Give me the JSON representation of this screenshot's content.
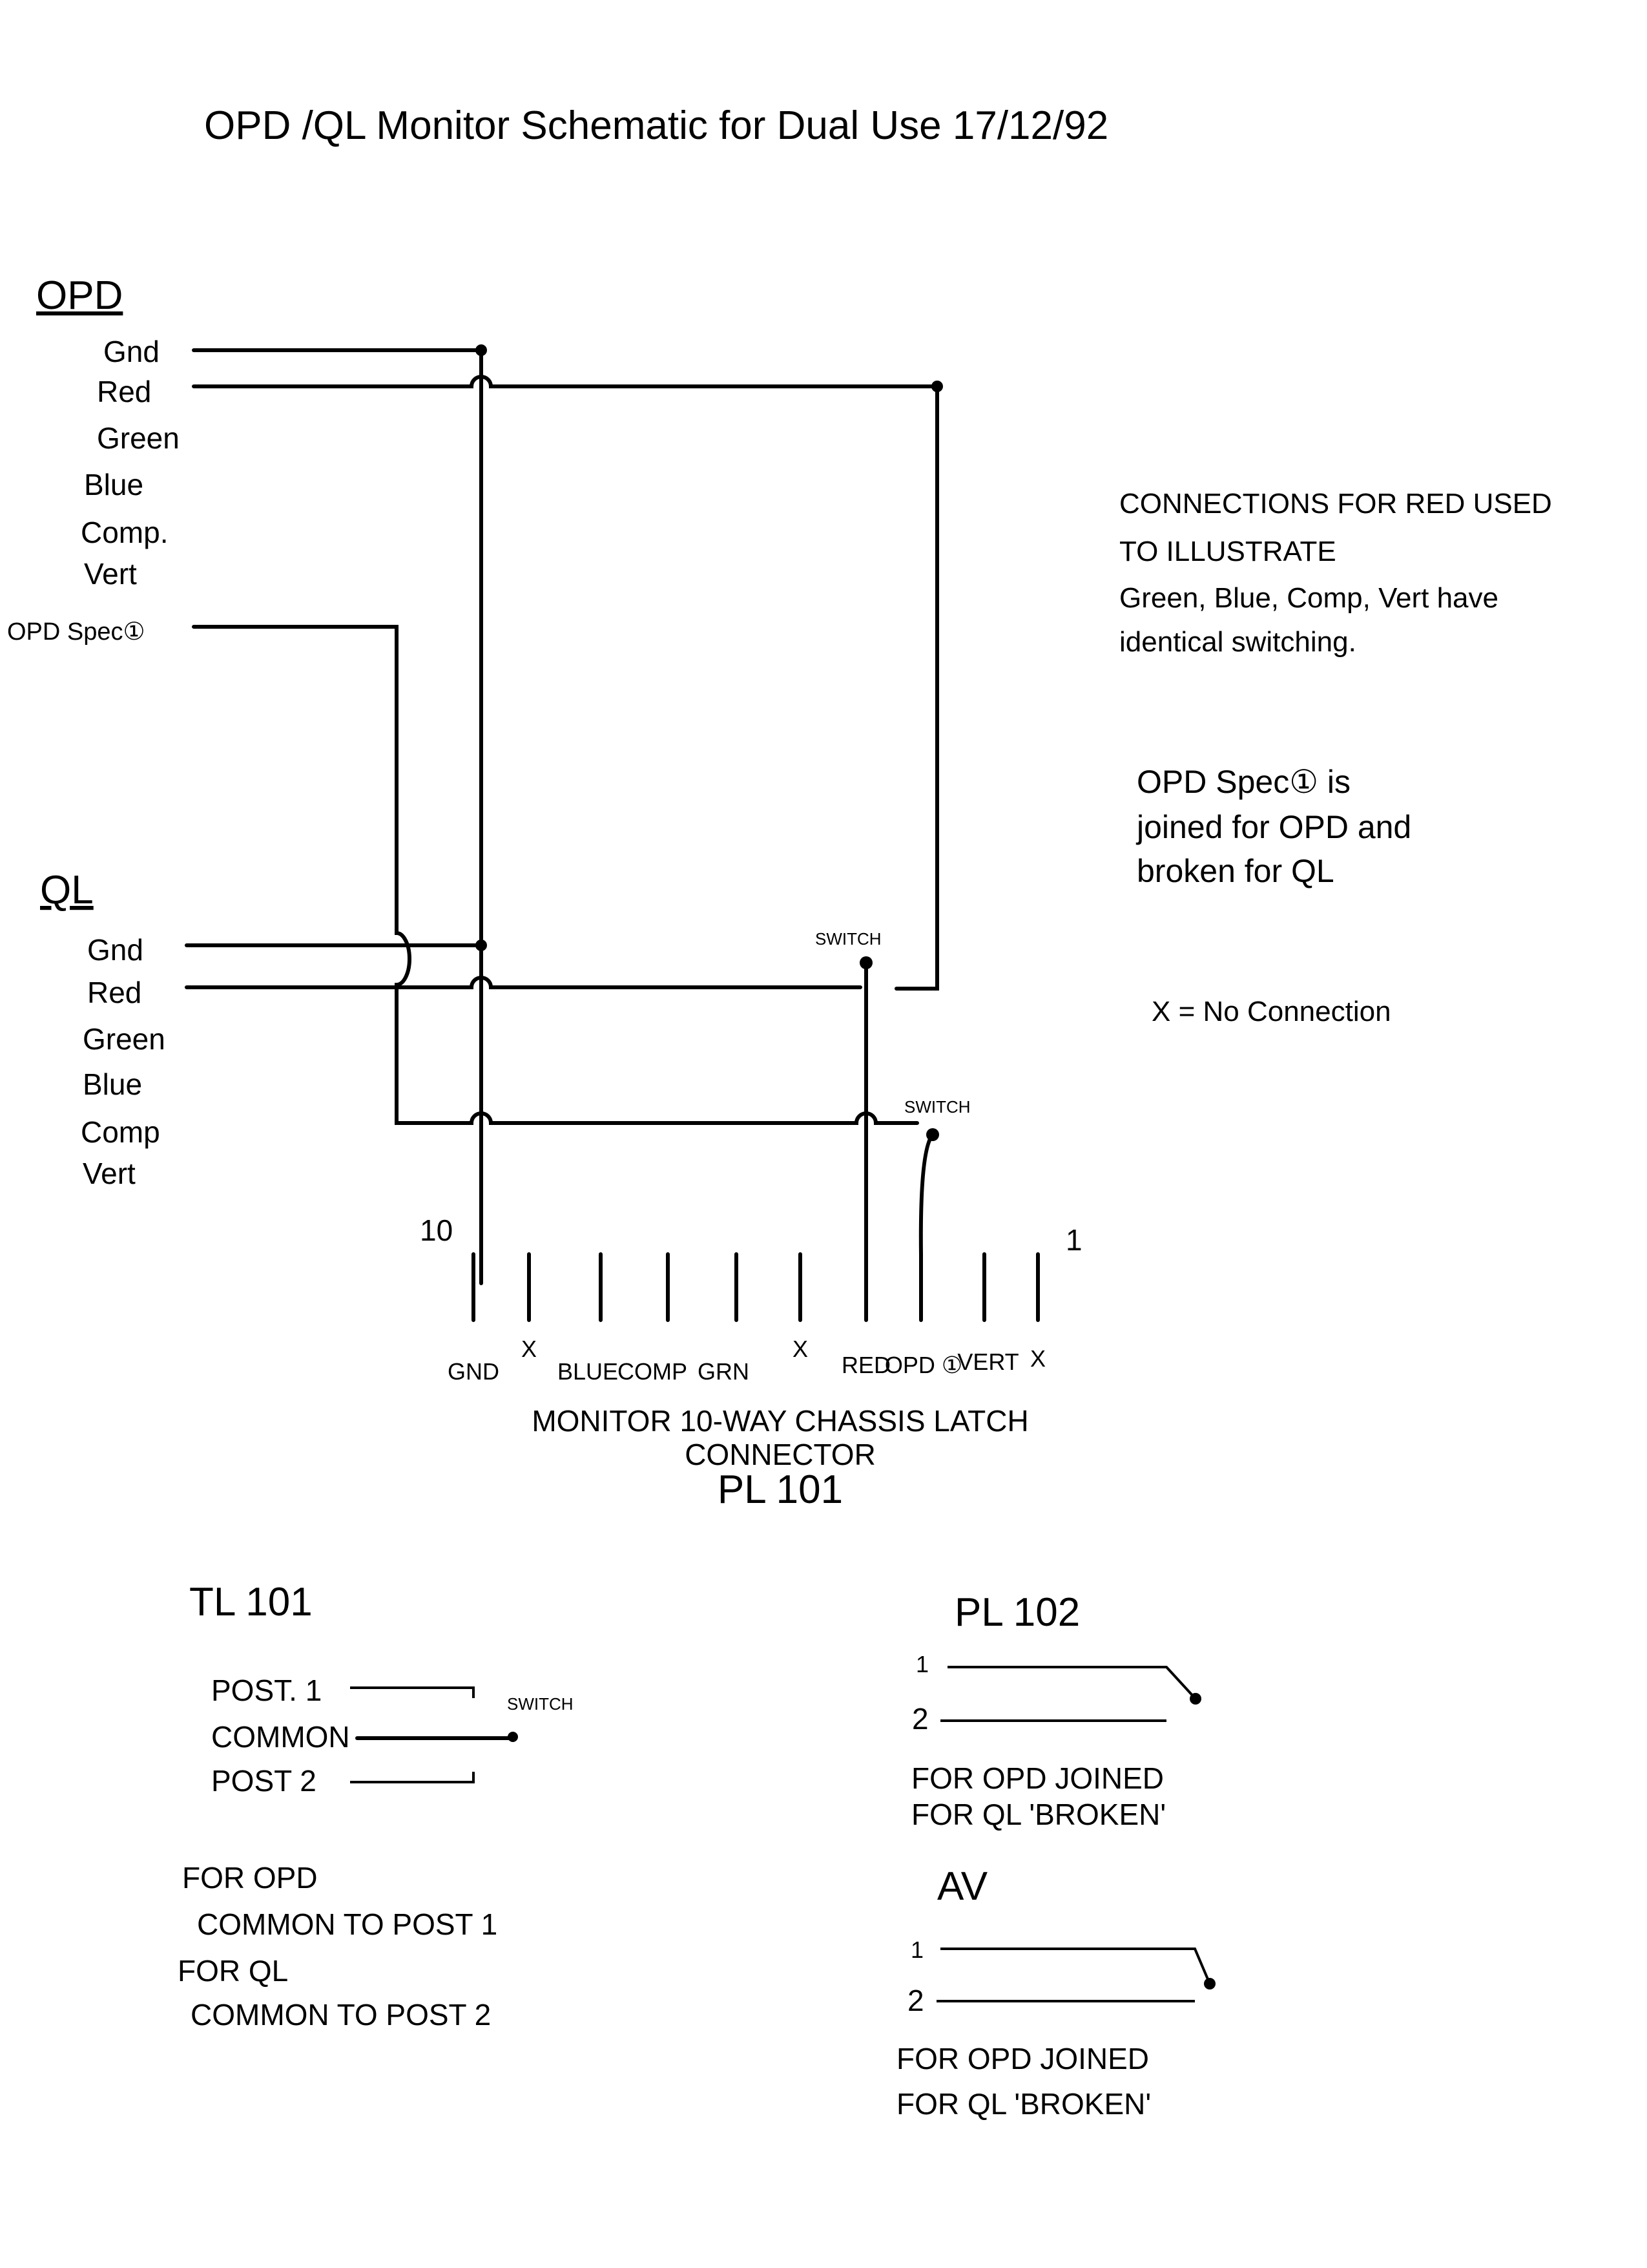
{
  "title": "OPD /QL  Monitor Schematic for Dual Use  17/12/92",
  "opd": {
    "heading": "OPD",
    "signals": [
      "Gnd",
      "Red",
      "Green",
      "Blue",
      "Comp.",
      "Vert"
    ],
    "spec": "OPD Spec①"
  },
  "ql": {
    "heading": "QL",
    "signals": [
      "Gnd",
      "Red",
      "Green",
      "Blue",
      "Comp",
      "Vert"
    ]
  },
  "switch_label": "SWITCH",
  "connector": {
    "pin_first": "10",
    "pin_last": "1",
    "pins": [
      "GND",
      "X",
      "BLUE",
      "COMP",
      "GRN",
      "X",
      "RED",
      "OPD ①",
      "VERT",
      "X"
    ],
    "caption": [
      "MONITOR 10-WAY CHASSIS LATCH",
      "CONNECTOR",
      "PL 101"
    ]
  },
  "notes": {
    "red_illustration": [
      "CONNECTIONS FOR RED USED",
      "TO   ILLUSTRATE",
      "Green, Blue, Comp, Vert have",
      "identical switching."
    ],
    "spec_note": [
      "OPD Spec① is",
      "joined for OPD and",
      "broken for QL"
    ],
    "legend": "X  = No Connection"
  },
  "tl101": {
    "title": "TL 101",
    "post1": "POST. 1",
    "common": "COMMON",
    "post2": "POST 2",
    "switch": "SWITCH",
    "notes": [
      "FOR OPD",
      "COMMON  TO  POST 1",
      "FOR QL",
      "COMMON  TO  POST 2"
    ]
  },
  "pl102": {
    "title": "PL 102",
    "pin1": "1",
    "pin2": "2",
    "notes": [
      "FOR OPD  JOINED",
      "FOR QL  'BROKEN'"
    ]
  },
  "av": {
    "title": "AV",
    "pin1": "1",
    "pin2": "2",
    "notes": [
      "FOR OPD  JOINED",
      "FOR QL  'BROKEN'"
    ]
  }
}
